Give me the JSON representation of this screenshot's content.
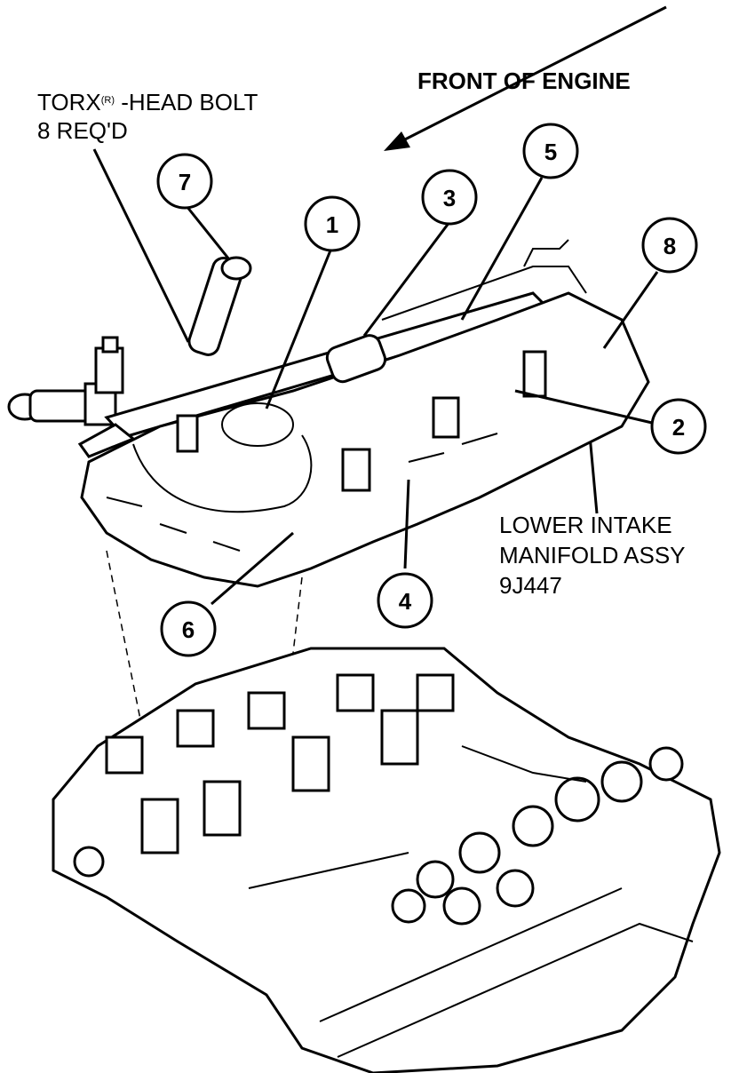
{
  "labels": {
    "front_of_engine": "FRONT OF ENGINE",
    "torx_line1": "TORX",
    "torx_reg": "(R)",
    "torx_line1_rest": " -HEAD BOLT",
    "torx_line2": "8 REQ'D",
    "manifold_line1": "LOWER INTAKE",
    "manifold_line2": "MANIFOLD ASSY",
    "manifold_line3": "9J447"
  },
  "callouts": [
    "1",
    "2",
    "3",
    "4",
    "5",
    "6",
    "7",
    "8"
  ]
}
